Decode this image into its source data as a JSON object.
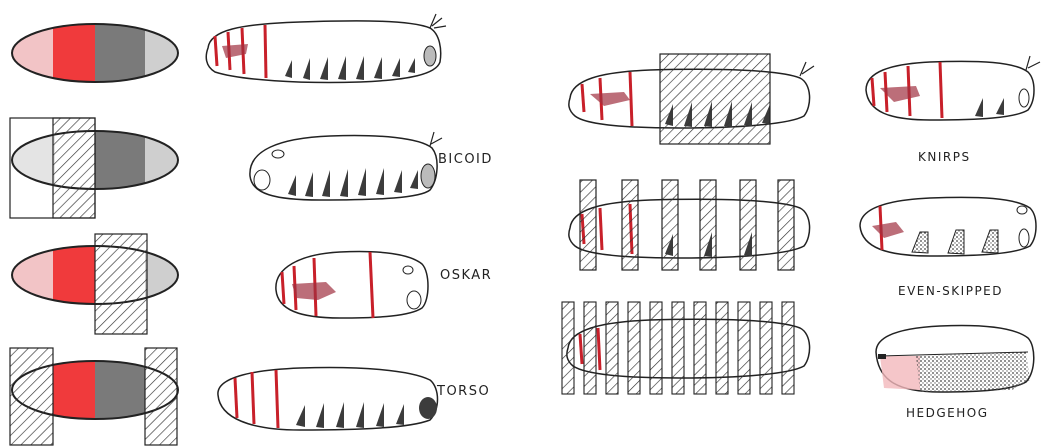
{
  "labels": {
    "bicoid": "BICOID",
    "oskar": "OSKAR",
    "torso": "TORSO",
    "knirps": "KNIRPS",
    "even_skipped": "EVEN-SKIPPED",
    "hedgehog": "HEDGEHOG"
  },
  "colors": {
    "outline": "#222222",
    "anterior_pink": "#f2c4c6",
    "red_band": "#f03a3c",
    "posterior_grey": "#7a7a7a",
    "posterior_light": "#cfcfcf",
    "stripe_red": "#c8202a",
    "denticle_dark": "#3c3c3c",
    "hatch": "#333333"
  }
}
